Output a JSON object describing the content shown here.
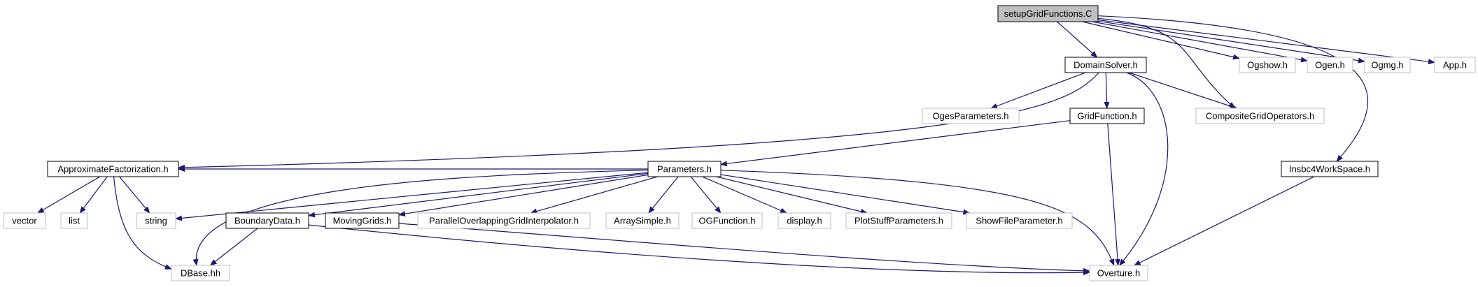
{
  "graph": {
    "nodes": [
      {
        "id": "setup",
        "label": "setupGridFunctions.C",
        "style": "root"
      },
      {
        "id": "domainsolver",
        "label": "DomainSolver.h",
        "style": "documented"
      },
      {
        "id": "ogshow",
        "label": "Ogshow.h",
        "style": "external"
      },
      {
        "id": "ogen",
        "label": "Ogen.h",
        "style": "external"
      },
      {
        "id": "ogmg",
        "label": "Ogmg.h",
        "style": "external"
      },
      {
        "id": "app",
        "label": "App.h",
        "style": "external"
      },
      {
        "id": "ogesparams",
        "label": "OgesParameters.h",
        "style": "external"
      },
      {
        "id": "gridfunction",
        "label": "GridFunction.h",
        "style": "documented"
      },
      {
        "id": "compgridops",
        "label": "CompositeGridOperators.h",
        "style": "external"
      },
      {
        "id": "approxfact",
        "label": "ApproximateFactorization.h",
        "style": "documented"
      },
      {
        "id": "parameters",
        "label": "Parameters.h",
        "style": "documented"
      },
      {
        "id": "insbc4",
        "label": "Insbc4WorkSpace.h",
        "style": "documented"
      },
      {
        "id": "vector",
        "label": "vector",
        "style": "external"
      },
      {
        "id": "list",
        "label": "list",
        "style": "external"
      },
      {
        "id": "string",
        "label": "string",
        "style": "external"
      },
      {
        "id": "boundarydata",
        "label": "BoundaryData.h",
        "style": "documented"
      },
      {
        "id": "movinggrids",
        "label": "MovingGrids.h",
        "style": "documented"
      },
      {
        "id": "pogi",
        "label": "ParallelOverlappingGridInterpolator.h",
        "style": "external"
      },
      {
        "id": "arraysimple",
        "label": "ArraySimple.h",
        "style": "external"
      },
      {
        "id": "ogfunction",
        "label": "OGFunction.h",
        "style": "external"
      },
      {
        "id": "display",
        "label": "display.h",
        "style": "external"
      },
      {
        "id": "plotstuff",
        "label": "PlotStuffParameters.h",
        "style": "external"
      },
      {
        "id": "showfile",
        "label": "ShowFileParameter.h",
        "style": "external"
      },
      {
        "id": "dbase",
        "label": "DBase.hh",
        "style": "external"
      },
      {
        "id": "overture",
        "label": "Overture.h",
        "style": "external"
      }
    ],
    "edges": [
      {
        "from": "setup",
        "to": "domainsolver"
      },
      {
        "from": "setup",
        "to": "ogshow"
      },
      {
        "from": "setup",
        "to": "ogen"
      },
      {
        "from": "setup",
        "to": "ogmg"
      },
      {
        "from": "setup",
        "to": "app"
      },
      {
        "from": "setup",
        "to": "compgridops"
      },
      {
        "from": "setup",
        "to": "insbc4"
      },
      {
        "from": "domainsolver",
        "to": "ogesparams"
      },
      {
        "from": "domainsolver",
        "to": "gridfunction"
      },
      {
        "from": "domainsolver",
        "to": "compgridops"
      },
      {
        "from": "domainsolver",
        "to": "approxfact"
      },
      {
        "from": "domainsolver",
        "to": "overture"
      },
      {
        "from": "gridfunction",
        "to": "parameters"
      },
      {
        "from": "gridfunction",
        "to": "overture"
      },
      {
        "from": "approxfact",
        "to": "vector"
      },
      {
        "from": "approxfact",
        "to": "list"
      },
      {
        "from": "approxfact",
        "to": "string"
      },
      {
        "from": "approxfact",
        "to": "dbase"
      },
      {
        "from": "parameters",
        "to": "approxfact"
      },
      {
        "from": "parameters",
        "to": "string"
      },
      {
        "from": "parameters",
        "to": "boundarydata"
      },
      {
        "from": "parameters",
        "to": "movinggrids"
      },
      {
        "from": "parameters",
        "to": "pogi"
      },
      {
        "from": "parameters",
        "to": "arraysimple"
      },
      {
        "from": "parameters",
        "to": "ogfunction"
      },
      {
        "from": "parameters",
        "to": "display"
      },
      {
        "from": "parameters",
        "to": "plotstuff"
      },
      {
        "from": "parameters",
        "to": "showfile"
      },
      {
        "from": "parameters",
        "to": "dbase"
      },
      {
        "from": "parameters",
        "to": "overture"
      },
      {
        "from": "boundarydata",
        "to": "dbase"
      },
      {
        "from": "boundarydata",
        "to": "overture"
      },
      {
        "from": "movinggrids",
        "to": "overture"
      },
      {
        "from": "insbc4",
        "to": "overture"
      }
    ]
  },
  "colors": {
    "background": "#ffffff",
    "root_fill": "#bfbfbf",
    "root_border": "#000000",
    "documented_border": "#000000",
    "external_border": "#bfbfbf",
    "edge": "#191970"
  }
}
